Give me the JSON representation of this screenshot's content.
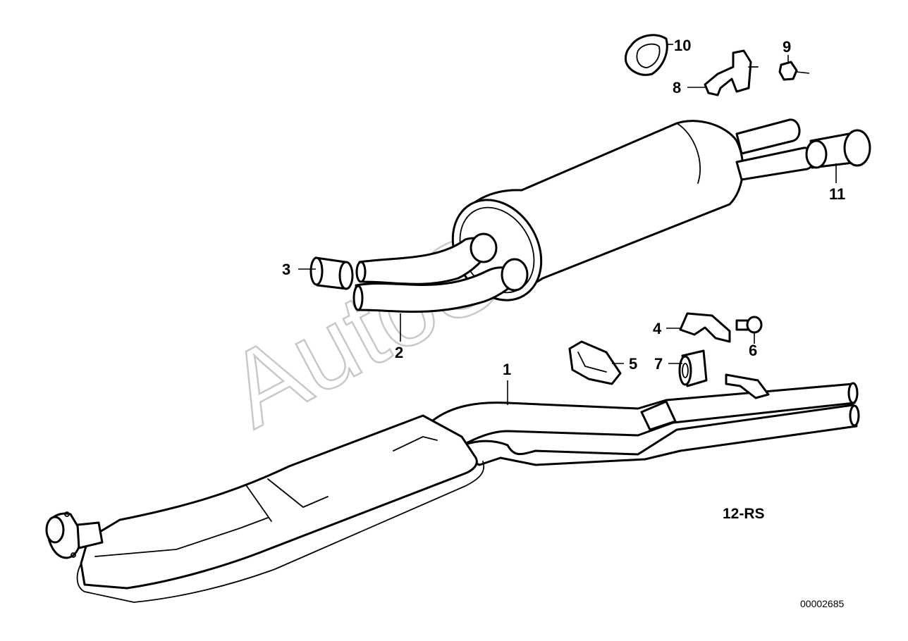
{
  "watermark": "AutoSoft",
  "diagram_code": "12-RS",
  "reference_number": "00002685",
  "callouts": {
    "c1": "1",
    "c2": "2",
    "c3": "3",
    "c4": "4",
    "c5": "5",
    "c6": "6",
    "c7": "7",
    "c8": "8",
    "c9": "9",
    "c10": "10",
    "c11": "11"
  }
}
